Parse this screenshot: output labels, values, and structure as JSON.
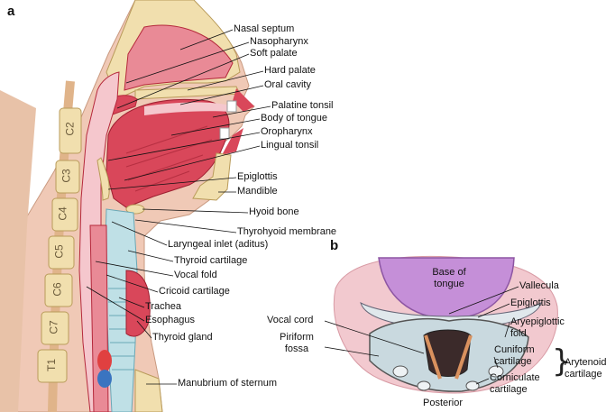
{
  "panels": {
    "a": "a",
    "b": "b"
  },
  "panel_a": {
    "labels": {
      "nasal_septum": "Nasal septum",
      "nasopharynx": "Nasopharynx",
      "soft_palate": "Soft palate",
      "hard_palate": "Hard palate",
      "oral_cavity": "Oral cavity",
      "palatine_tonsil": "Palatine tonsil",
      "body_of_tongue": "Body of tongue",
      "oropharynx": "Oropharynx",
      "lingual_tonsil": "Lingual tonsil",
      "epiglottis": "Epiglottis",
      "mandible": "Mandible",
      "hyoid_bone": "Hyoid bone",
      "thyrohyoid_membrane": "Thyrohyoid membrane",
      "laryngeal_inlet": "Laryngeal inlet (aditus)",
      "thyroid_cartilage": "Thyroid cartilage",
      "vocal_fold": "Vocal fold",
      "cricoid_cartilage": "Cricoid cartilage",
      "trachea": "Trachea",
      "esophagus": "Esophagus",
      "thyroid_gland": "Thyroid gland",
      "manubrium": "Manubrium of sternum"
    },
    "vertebrae": [
      "C2",
      "C3",
      "C4",
      "C5",
      "C6",
      "C7",
      "T1"
    ]
  },
  "panel_b": {
    "labels": {
      "base_of_tongue": "Base of tongue",
      "vallecula": "Vallecula",
      "epiglottis": "Epiglottis",
      "aryepiglottic_fold": "Aryepiglottic fold",
      "vocal_cord": "Vocal cord",
      "piriform_fossa": "Piriform fossa",
      "cuniform_cartilage": "Cuniform cartilage",
      "corniculate_cartilage": "Corniculate cartilage",
      "arytenoid_cartilage": "Arytenoid cartilage",
      "posterior": "Posterior"
    }
  },
  "colors": {
    "muscle": "#d9475a",
    "muscle_dark": "#b5283b",
    "mucosa": "#e98a96",
    "bone": "#f1dfae",
    "bone_dark": "#d9bf7a",
    "cartilage": "#bfe0e6",
    "cavity": "#f5c7cd",
    "tongue_base": "#c58fd8",
    "line": "#111111"
  }
}
